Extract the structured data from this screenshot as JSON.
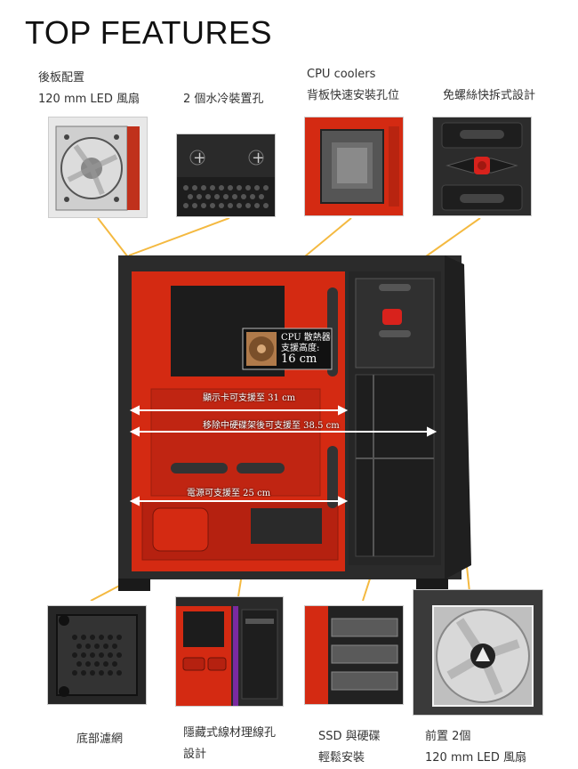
{
  "title": "TOP FEATURES",
  "features_top": [
    {
      "lines": [
        "後板配置",
        "120 mm LED 風扇"
      ]
    },
    {
      "lines": [
        "2 個水冷裝置孔"
      ]
    },
    {
      "lines": [
        "CPU coolers",
        "背板快速安裝孔位"
      ]
    },
    {
      "lines": [
        "免螺絲快拆式設計"
      ]
    }
  ],
  "features_bottom": [
    {
      "lines": [
        "底部濾網"
      ]
    },
    {
      "lines": [
        "隱藏式線材理線孔",
        "設計"
      ]
    },
    {
      "lines": [
        "SSD 與硬碟",
        "輕鬆安裝"
      ]
    },
    {
      "lines": [
        "前置 2個",
        "120 mm LED 風扇"
      ]
    }
  ],
  "case_labels": {
    "cpu_cooler_line1": "CPU 散熱器",
    "cpu_cooler_line2": "支援高度:",
    "cpu_cooler_line3": "16 cm",
    "gpu_length": "顯示卡可支援至 31 cm",
    "gpu_length_no_hdd": "移除中硬碟架後可支援至 38.5 cm",
    "psu_length": "電源可支援至 25 cm"
  },
  "colors": {
    "accent_red": "#d42a12",
    "case_black": "#2b2b2b",
    "leader_line": "#f4b940"
  }
}
